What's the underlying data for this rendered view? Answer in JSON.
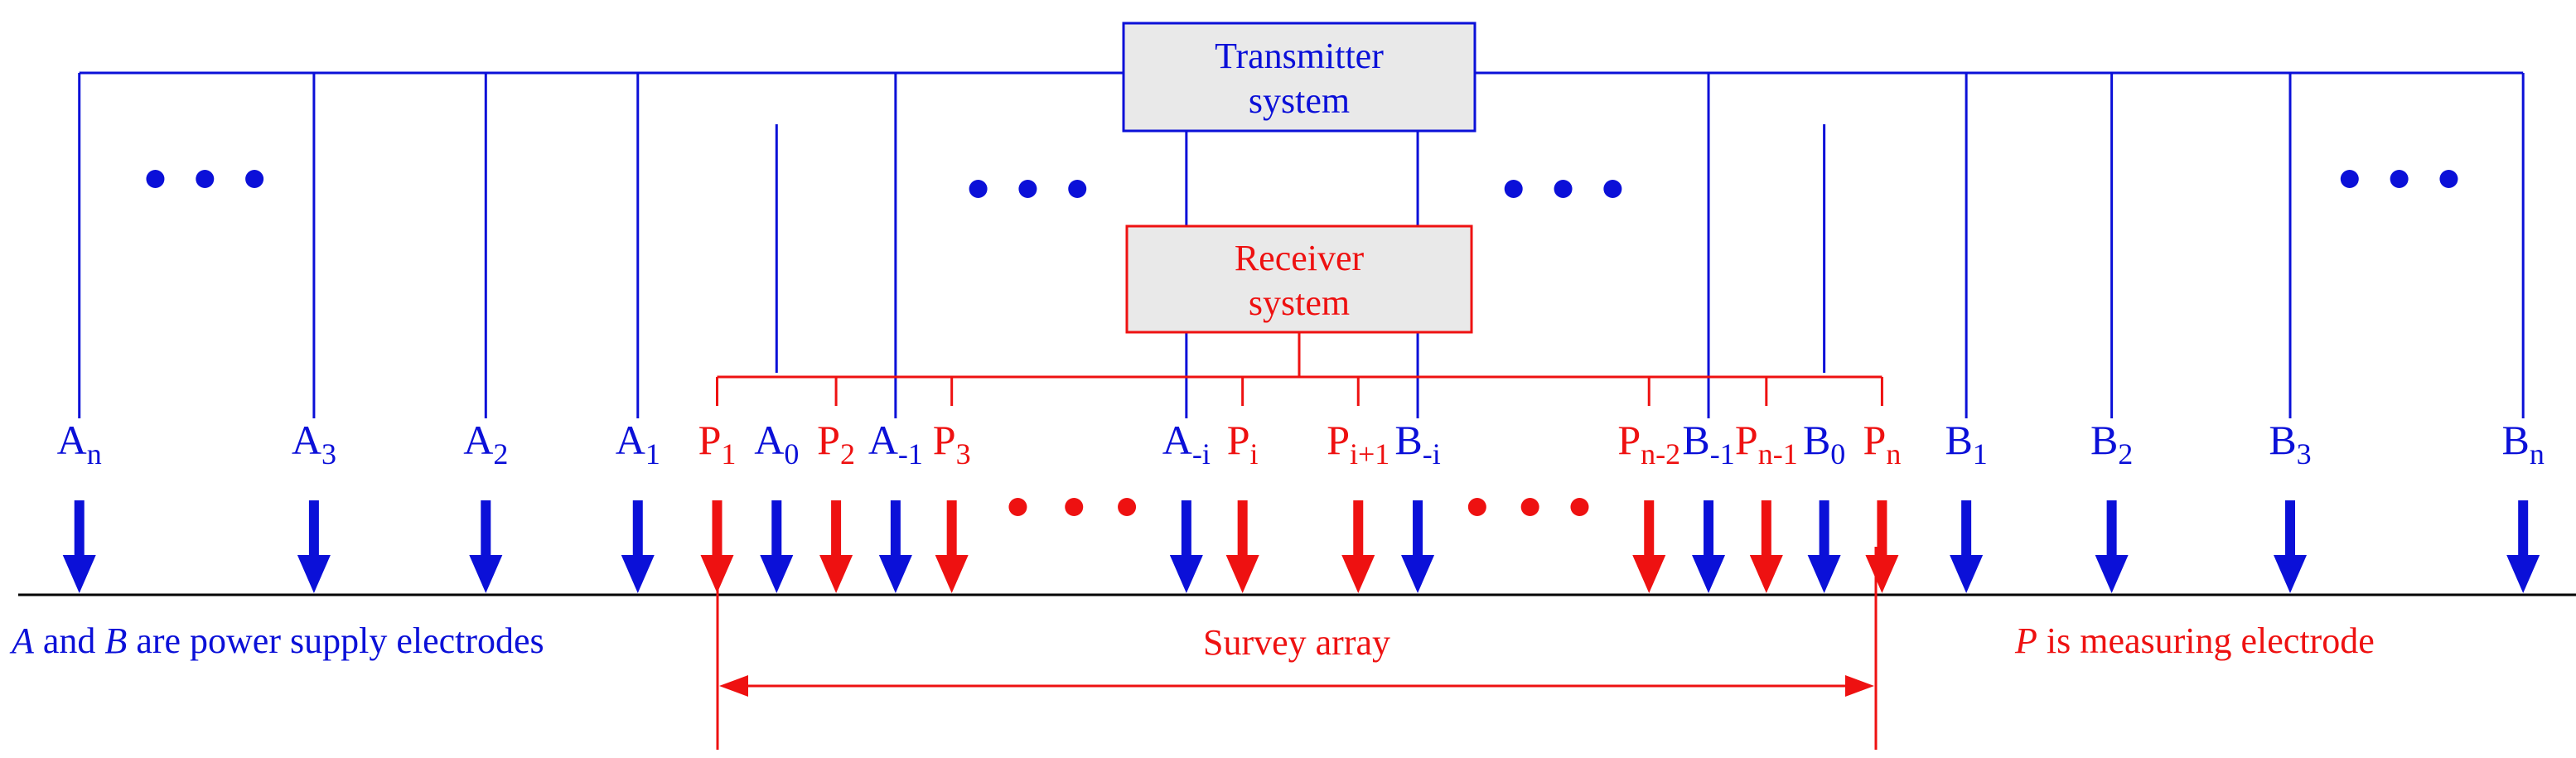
{
  "colors": {
    "blue": "#0b10d8",
    "red": "#ee1111",
    "box_fill": "#e9e9e9",
    "ground": "#000000"
  },
  "transmitter": {
    "line1": "Transmitter",
    "line2": "system"
  },
  "receiver": {
    "line1": "Receiver",
    "line2": "system"
  },
  "electrodes": [
    {
      "id": "An",
      "type": "A",
      "base": "A",
      "sub": "n",
      "color": "blue"
    },
    {
      "id": "A3",
      "type": "A",
      "base": "A",
      "sub": "3",
      "color": "blue"
    },
    {
      "id": "A2",
      "type": "A",
      "base": "A",
      "sub": "2",
      "color": "blue"
    },
    {
      "id": "A1",
      "type": "A",
      "base": "A",
      "sub": "1",
      "color": "blue"
    },
    {
      "id": "P1",
      "type": "P",
      "base": "P",
      "sub": "1",
      "color": "red"
    },
    {
      "id": "A0",
      "type": "A",
      "base": "A",
      "sub": "0",
      "color": "blue"
    },
    {
      "id": "P2",
      "type": "P",
      "base": "P",
      "sub": "2",
      "color": "red"
    },
    {
      "id": "A-1",
      "type": "A",
      "base": "A",
      "sub": "-1",
      "color": "blue"
    },
    {
      "id": "P3",
      "type": "P",
      "base": "P",
      "sub": "3",
      "color": "red"
    },
    {
      "id": "A-i",
      "type": "A",
      "base": "A",
      "sub": "-i",
      "color": "blue"
    },
    {
      "id": "Pi",
      "type": "P",
      "base": "P",
      "sub": "i",
      "color": "red"
    },
    {
      "id": "Pi+1",
      "type": "P",
      "base": "P",
      "sub": "i+1",
      "color": "red"
    },
    {
      "id": "B-i",
      "type": "B",
      "base": "B",
      "sub": "-i",
      "color": "blue"
    },
    {
      "id": "Pn-2",
      "type": "P",
      "base": "P",
      "sub": "n-2",
      "color": "red"
    },
    {
      "id": "B-1",
      "type": "B",
      "base": "B",
      "sub": "-1",
      "color": "blue"
    },
    {
      "id": "Pn-1",
      "type": "P",
      "base": "P",
      "sub": "n-1",
      "color": "red"
    },
    {
      "id": "B0",
      "type": "B",
      "base": "B",
      "sub": "0",
      "color": "blue"
    },
    {
      "id": "Pn",
      "type": "P",
      "base": "P",
      "sub": "n",
      "color": "red"
    },
    {
      "id": "B1",
      "type": "B",
      "base": "B",
      "sub": "1",
      "color": "blue"
    },
    {
      "id": "B2",
      "type": "B",
      "base": "B",
      "sub": "2",
      "color": "blue"
    },
    {
      "id": "B3",
      "type": "B",
      "base": "B",
      "sub": "3",
      "color": "blue"
    },
    {
      "id": "Bn",
      "type": "B",
      "base": "B",
      "sub": "n",
      "color": "blue"
    }
  ],
  "ellipses": [
    {
      "name": "ellipsis-top-left",
      "color": "blue"
    },
    {
      "name": "ellipsis-top-center-left",
      "color": "blue"
    },
    {
      "name": "ellipsis-top-center-right",
      "color": "blue"
    },
    {
      "name": "ellipsis-top-right",
      "color": "blue"
    },
    {
      "name": "ellipsis-bottom-left",
      "color": "red"
    },
    {
      "name": "ellipsis-bottom-right",
      "color": "red"
    }
  ],
  "notes": {
    "ab_italic_a": "A",
    "ab_and": " and ",
    "ab_italic_b": "B",
    "ab_rest": " are power supply electrodes",
    "survey_array": "Survey array",
    "p_italic": "P",
    "p_rest": " is measuring electrode"
  }
}
